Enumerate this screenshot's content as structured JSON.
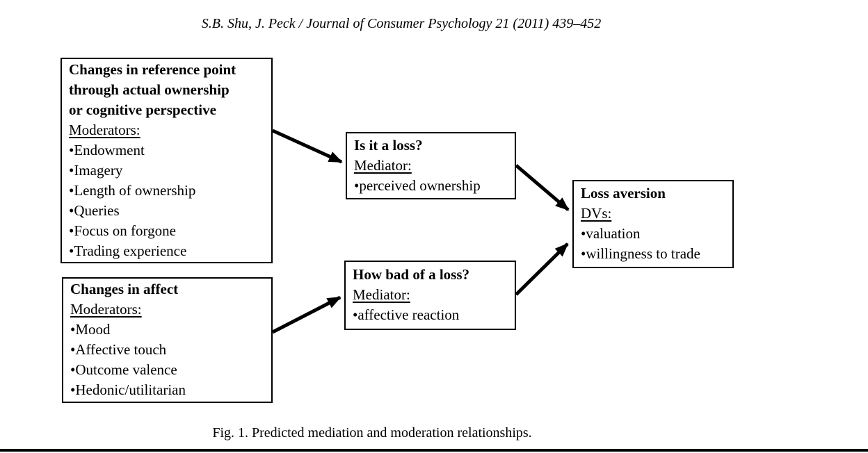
{
  "header": {
    "text": "S.B. Shu, J. Peck / Journal of Consumer Psychology 21 (2011) 439–452"
  },
  "diagram": {
    "reference_box": {
      "title_lines": [
        "Changes in reference point",
        "through actual ownership",
        "or cognitive perspective"
      ],
      "subhead": "Moderators:",
      "bullets": [
        "Endowment",
        "Imagery",
        "Length of ownership",
        "Queries",
        "Focus on forgone",
        "Trading experience"
      ]
    },
    "affect_box": {
      "title": "Changes in affect",
      "subhead": "Moderators:",
      "bullets": [
        "Mood",
        "Affective touch",
        "Outcome valence",
        "Hedonic/utilitarian"
      ]
    },
    "isloss_box": {
      "title": "Is it a loss?",
      "subhead": "Mediator:",
      "bullets": [
        "perceived ownership"
      ]
    },
    "howbad_box": {
      "title": "How bad of a loss?",
      "subhead": "Mediator:",
      "bullets": [
        "affective reaction"
      ]
    },
    "loss_aversion_box": {
      "title": "Loss aversion",
      "subhead": "DVs:",
      "bullets": [
        "valuation",
        "willingness to trade"
      ]
    },
    "arrows": [
      {
        "from": "reference_box",
        "to": "isloss_box"
      },
      {
        "from": "affect_box",
        "to": "howbad_box"
      },
      {
        "from": "isloss_box",
        "to": "loss_aversion_box"
      },
      {
        "from": "howbad_box",
        "to": "loss_aversion_box"
      }
    ]
  },
  "caption": {
    "text": "Fig. 1. Predicted mediation and moderation relationships."
  },
  "colors": {
    "ink": "#000000",
    "paper": "#ffffff"
  }
}
